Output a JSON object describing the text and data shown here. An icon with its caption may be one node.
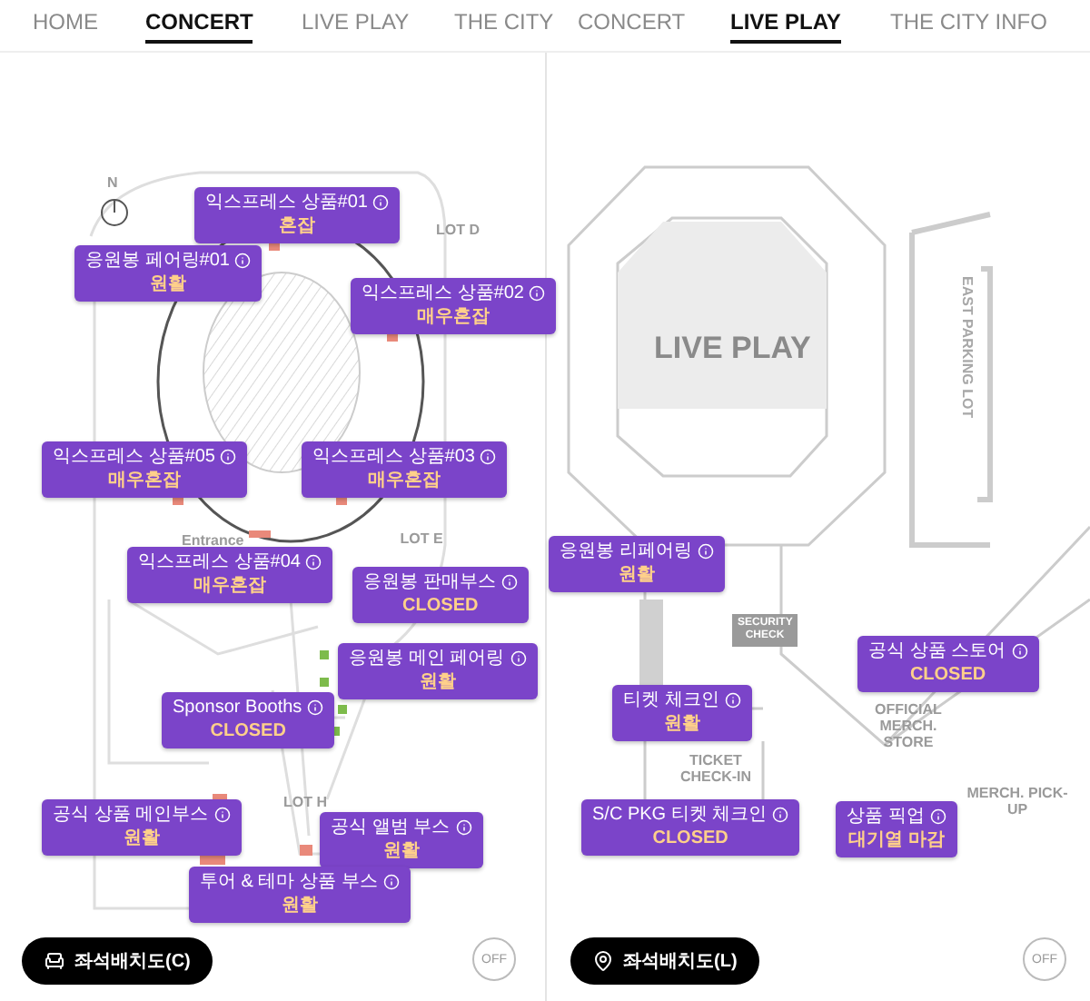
{
  "diagram": {
    "nodes": [
      {
        "text": [
          "익스프레스 상품#01",
          "혼잡"
        ]
      },
      {
        "text": [
          "응원봉 페어링#01",
          "원활"
        ]
      },
      {
        "text": [
          "익스프레스 상품#02",
          "매우혼잡"
        ]
      },
      {
        "text": [
          "익스프레스 상품#05",
          "매우혼잡"
        ]
      },
      {
        "text": [
          "익스프레스 상품#03",
          "매우혼잡"
        ]
      },
      {
        "text": [
          "익스프레스 상품#04",
          "매우혼잡"
        ]
      },
      {
        "text": [
          "응원봉 판매부스",
          "CLOSED"
        ]
      },
      {
        "text": [
          "응원봉 메인 페어링",
          "원활"
        ]
      },
      {
        "text": [
          "Sponsor Booths",
          "CLOSED"
        ]
      },
      {
        "text": [
          "공식 상품 메인부스",
          "원활"
        ]
      },
      {
        "text": [
          "공식 앨범 부스",
          "원활"
        ]
      },
      {
        "text": [
          "투어 & 테마 상품 부스",
          "원활"
        ]
      },
      {
        "text": [
          "응원봉 리페어링",
          "원활"
        ]
      },
      {
        "text": [
          "공식 상품 스토어",
          "CLOSED"
        ]
      },
      {
        "text": [
          "티켓 체크인",
          "원활"
        ]
      },
      {
        "text": [
          "S/C PKG 티켓 체크인",
          "CLOSED"
        ]
      },
      {
        "text": [
          "상품 픽업",
          "대기열 마감"
        ]
      }
    ],
    "labels": [
      "HOME",
      "CONCERT",
      "LIVE PLAY",
      "THE CITY",
      "CONCERT",
      "LIVE PLAY",
      "THE CITY INFO",
      "N",
      "LOT D",
      "Entrance",
      "LOT E",
      "LOT H",
      "LIVE PLAY",
      "EAST PARKING LOT",
      "SECURITY CHECK",
      "OFFICIAL MERCH. STORE",
      "TICKET CHECK-IN",
      "MERCH. PICK-UP",
      "좌석배치도(C)",
      "OFF",
      "좌석배치도(L)",
      "OFF"
    ]
  }
}
